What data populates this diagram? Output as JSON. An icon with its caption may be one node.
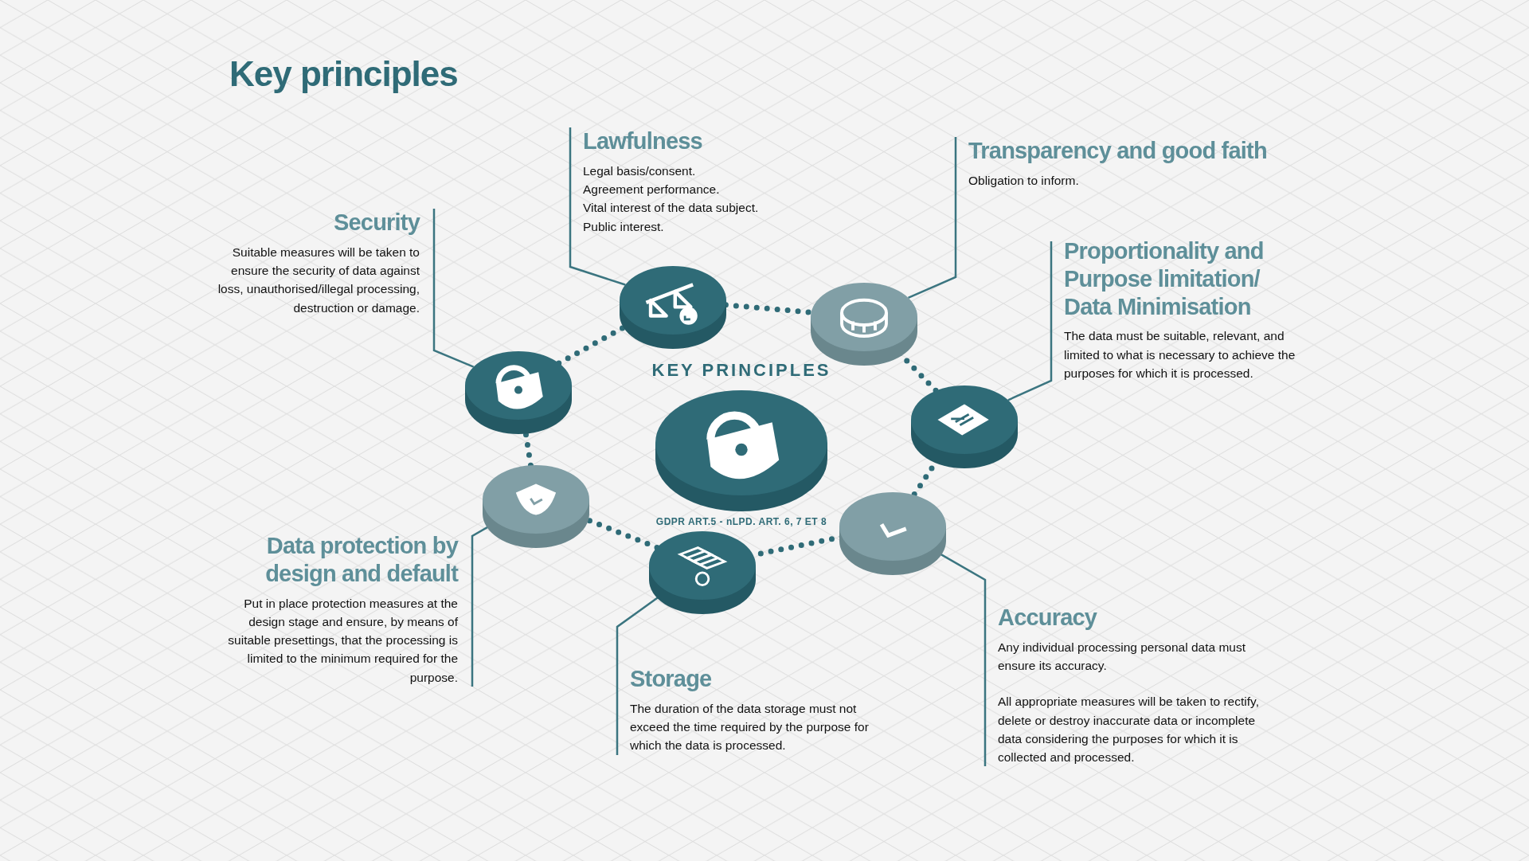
{
  "diagram": {
    "title": "Key principles",
    "nodes": [
      {
        "text": [
          "KEY PRINCIPLES",
          "GDPR ART.5 - nLPD. ART. 6, 7 ET 8"
        ]
      },
      {
        "text": [],
        "shape": "circle"
      },
      {
        "text": [],
        "shape": "circle"
      },
      {
        "text": [],
        "shape": "circle"
      },
      {
        "text": [],
        "shape": "circle"
      },
      {
        "text": [],
        "shape": "circle"
      },
      {
        "text": [],
        "shape": "circle"
      },
      {
        "text": [],
        "shape": "circle"
      },
      {
        "text": [
          "Lawfulness",
          "Legal basis/consent.",
          "Agreement performance.",
          "Vital interest of the data subject.",
          "Public interest."
        ]
      },
      {
        "text": [
          "Security",
          "Suitable measures will be taken to ensure the security of data against loss, unauthorised/illegal processing, destruction or damage."
        ]
      },
      {
        "text": [
          "Transparency and good faith",
          "Obligation to inform."
        ]
      },
      {
        "text": [
          "Proportionality and Purpose limitation/ Data Minimisation",
          "The data must be suitable, relevant, and limited to what is necessary to achieve the purposes for which it is processed."
        ]
      },
      {
        "text": [
          "Data protection by design and default",
          "Put in place protection measures at the design stage and ensure, by means of suitable presettings, that the processing is limited to the minimum required for the purpose."
        ]
      },
      {
        "text": [
          "Storage",
          "The duration of the data storage must not exceed the time required by the purpose for which the data is processed."
        ]
      },
      {
        "text": [
          "Accuracy",
          "Any individual processing personal data must ensure its accuracy.",
          "All appropriate measures will be taken to rectify, delete or destroy inaccurate data or incomplete data considering the purposes for which it is collected and processed."
        ]
      }
    ],
    "edges": [
      {
        "from": 1,
        "to": 2,
        "arrow": "none",
        "style": "dashed"
      },
      {
        "from": 2,
        "to": 3,
        "arrow": "none",
        "style": "dashed"
      },
      {
        "from": 3,
        "to": 4,
        "arrow": "none",
        "style": "dashed"
      },
      {
        "from": 4,
        "to": 5,
        "arrow": "none",
        "style": "dashed"
      },
      {
        "from": 5,
        "to": 6,
        "arrow": "none",
        "style": "dashed"
      },
      {
        "from": 6,
        "to": 7,
        "arrow": "none",
        "style": "dashed"
      },
      {
        "from": 7,
        "to": 1,
        "arrow": "none",
        "style": "dashed"
      },
      {
        "from": 8,
        "to": 1,
        "arrow": "none"
      },
      {
        "from": 9,
        "to": 7,
        "arrow": "none"
      },
      {
        "from": 10,
        "to": 2,
        "arrow": "none"
      },
      {
        "from": 11,
        "to": 3,
        "arrow": "none"
      },
      {
        "from": 12,
        "to": 6,
        "arrow": "none"
      },
      {
        "from": 13,
        "to": 5,
        "arrow": "none"
      },
      {
        "from": 14,
        "to": 4,
        "arrow": "none"
      }
    ]
  }
}
